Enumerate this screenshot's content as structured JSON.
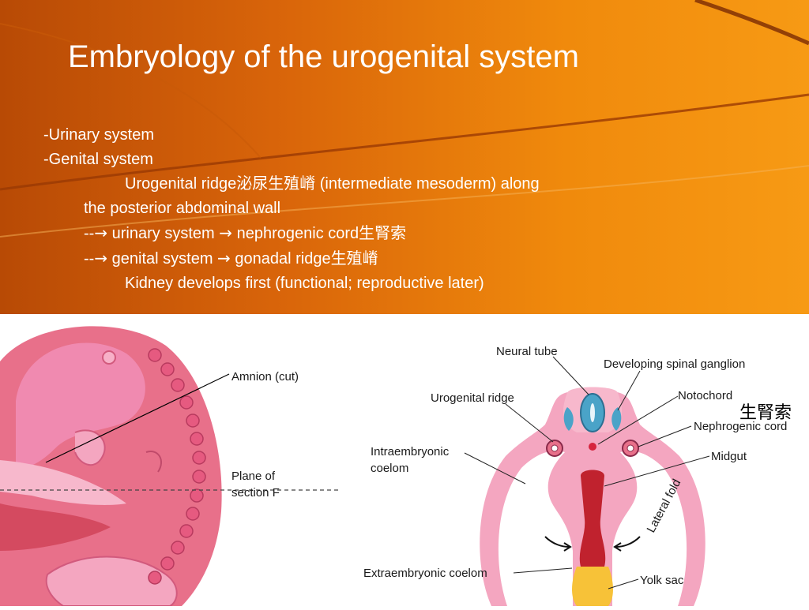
{
  "slide": {
    "title": "Embryology of the urogenital system",
    "lines": [
      "-Urinary system",
      "-Genital system",
      "Urogenital ridge泌尿生殖嵴 (intermediate mesoderm) along",
      "the posterior abdominal wall",
      "-- urinary system  nephrogenic cord生腎索",
      "-- genital system  gonadal ridge生殖嵴",
      "Kidney develops first (functional; reproductive later)"
    ],
    "arrow_glyph": "→"
  },
  "figure": {
    "left_labels": {
      "amnion": "Amnion (cut)",
      "plane_1": "Plane of",
      "plane_2": "section F"
    },
    "right_labels": {
      "neural_tube": "Neural tube",
      "spinal_ganglion": "Developing spinal ganglion",
      "urogenital_ridge": "Urogenital ridge",
      "notochord": "Notochord",
      "nephrogenic_cord": "Nephrogenic cord",
      "intraembryonic_1": "Intraembryonic",
      "intraembryonic_2": "coelom",
      "midgut": "Midgut",
      "lateral_fold": "Lateral fold",
      "extraembryonic": "Extraembryonic coelom",
      "yolk_sac": "Yolk sac"
    },
    "annotation": "生腎索"
  },
  "colors": {
    "orange_dark": "#b84a05",
    "orange_light": "#f79a14",
    "tissue_pink": "#e8708a",
    "tissue_light": "#f4a6c0",
    "neural_blue": "#4aa3c8"
  }
}
